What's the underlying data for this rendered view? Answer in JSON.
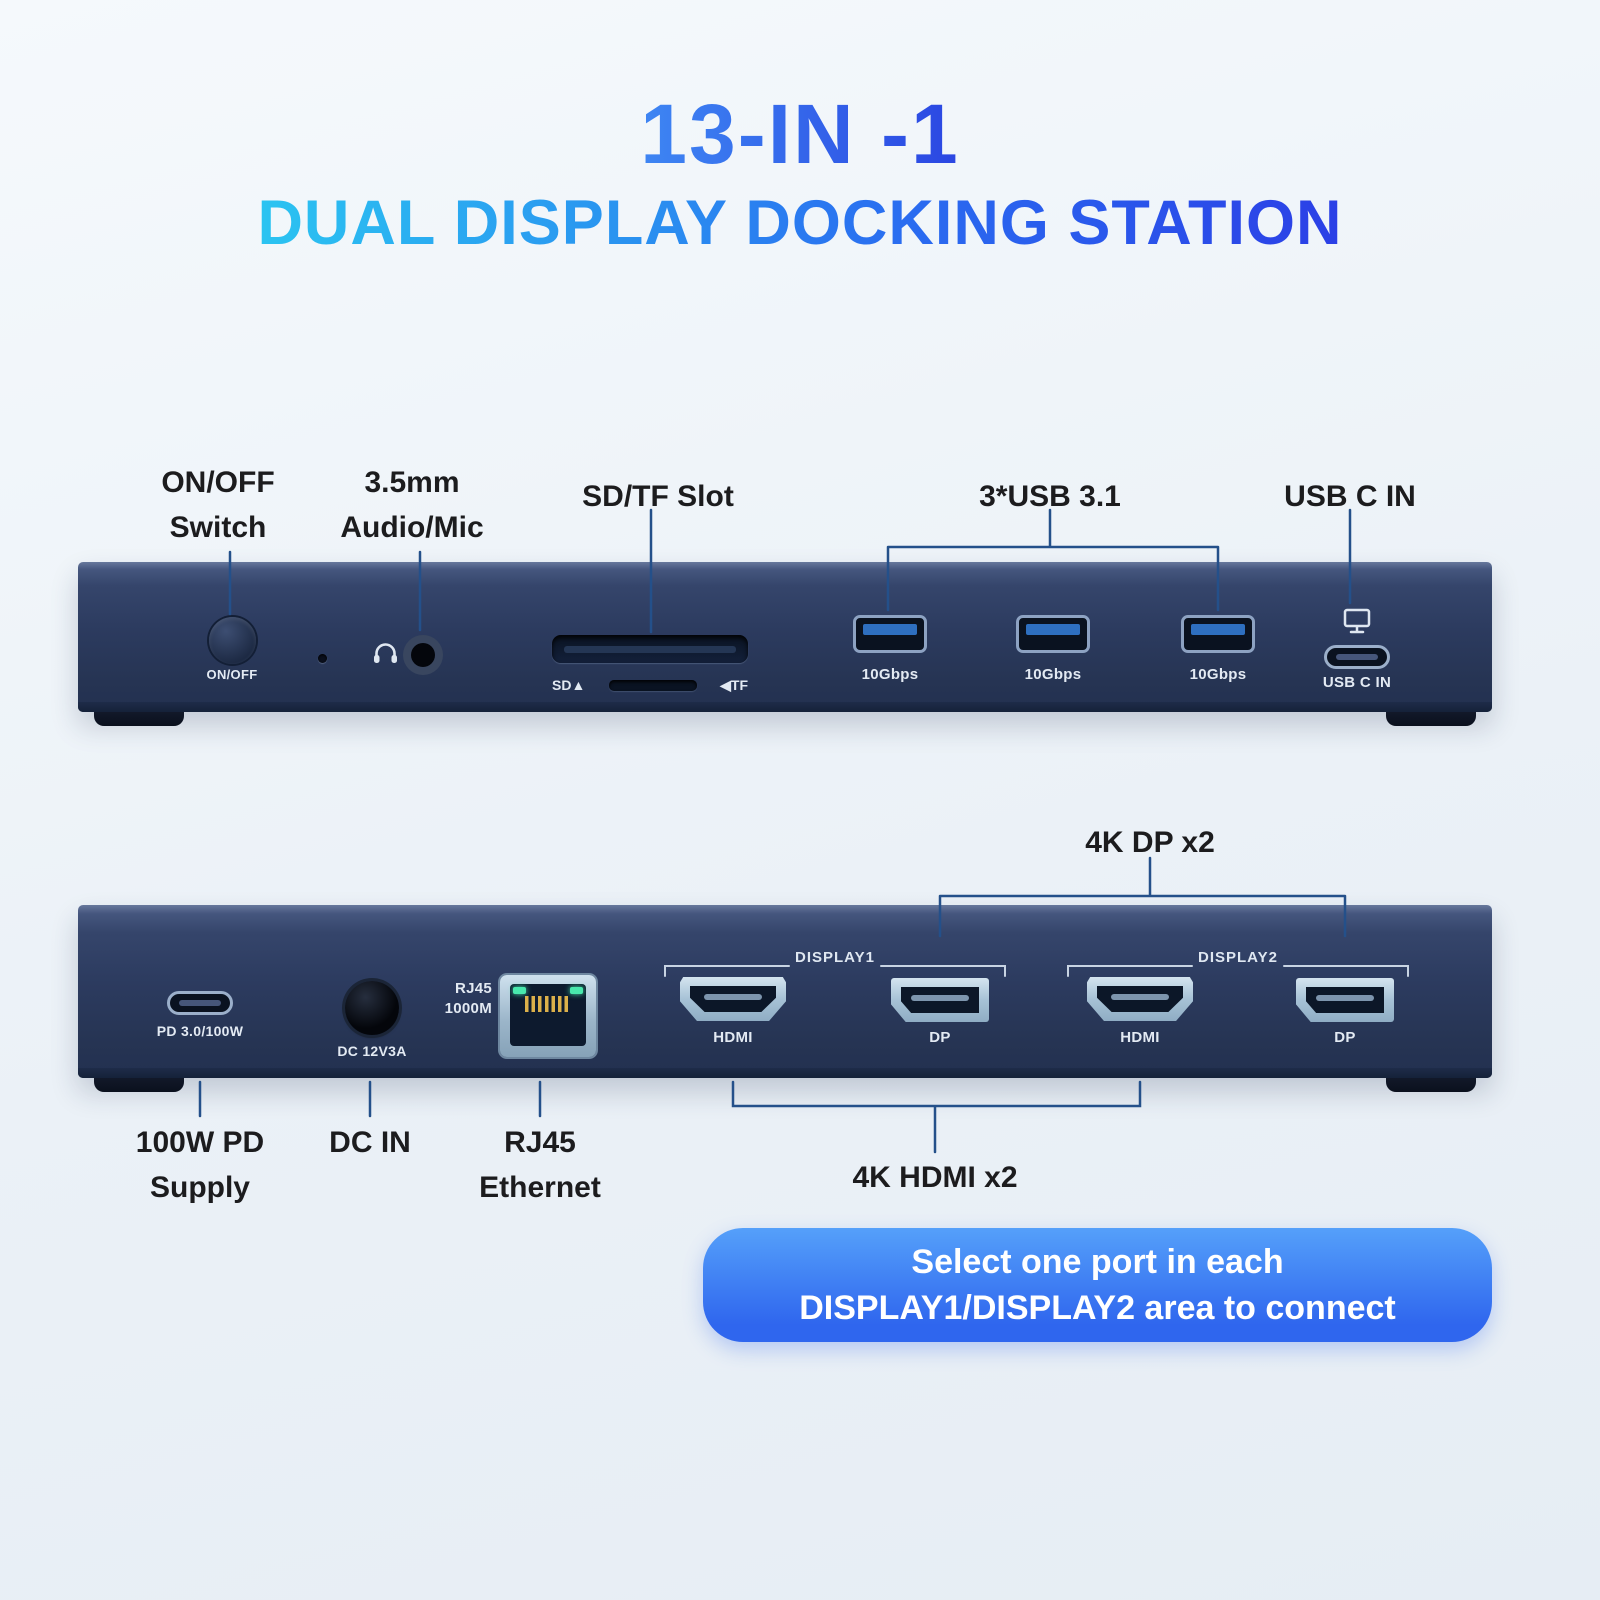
{
  "title": {
    "line1": "13-IN -1",
    "line2": "DUAL DISPLAY DOCKING STATION"
  },
  "front": {
    "annotations": {
      "switch_line1": "ON/OFF",
      "switch_line2": "Switch",
      "audio_line1": "3.5mm",
      "audio_line2": "Audio/Mic",
      "sd_slot": "SD/TF Slot",
      "usb": "3*USB 3.1",
      "usb_c": "USB C IN"
    },
    "device": {
      "power_button": "ON/OFF",
      "sd_marker": "SD▲",
      "tf_marker": "◀TF",
      "usb_speed_1": "10Gbps",
      "usb_speed_2": "10Gbps",
      "usb_speed_3": "10Gbps",
      "usb_c_in": "USB C IN"
    }
  },
  "back": {
    "annotations": {
      "dp": "4K DP x2",
      "pd_line1": "100W PD",
      "pd_line2": "Supply",
      "dc": "DC IN",
      "rj45_line1": "RJ45",
      "rj45_line2": "Ethernet",
      "hdmi": "4K HDMI x2"
    },
    "device": {
      "pd_port": "PD 3.0/100W",
      "dc_port": "DC 12V3A",
      "rj45_line1": "RJ45",
      "rj45_line2": "1000M",
      "display1": "DISPLAY1",
      "display2": "DISPLAY2",
      "hdmi_1": "HDMI",
      "dp_1": "DP",
      "hdmi_2": "HDMI",
      "dp_2": "DP"
    }
  },
  "cta": {
    "line1": "Select one port in each",
    "line2": "DISPLAY1/DISPLAY2 area to connect"
  },
  "colors": {
    "title_gradient_start": "#2bc4f1",
    "title_gradient_end": "#2b3fe6",
    "device_body": "#2c3b5f",
    "leader_line": "#24508a",
    "cta_gradient_start": "#55a0fa",
    "cta_gradient_end": "#2f66ee"
  }
}
